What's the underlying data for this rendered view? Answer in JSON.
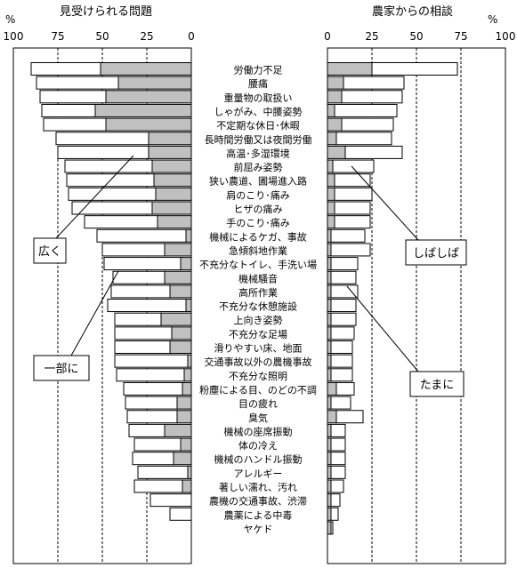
{
  "chart_data": [
    {
      "type": "bar",
      "title": "見受けられる問題",
      "unit": "%",
      "xlim": [
        100,
        0
      ],
      "ticks": [
        "100",
        "75",
        "50",
        "25",
        "0"
      ],
      "grid": "vertical dashed at 25, 50, 75",
      "categories": [
        "労働力不足",
        "腰痛",
        "重量物の取扱い",
        "しゃがみ、中腰姿勢",
        "不定期な休日･休暇",
        "長時間労働又は夜間労働",
        "高温･多湿環境",
        "前屈み姿勢",
        "狭い農道、圃場進入路",
        "肩のこり･痛み",
        "ヒザの痛み",
        "手のこり･痛み",
        "機械によるケガ、事故",
        "急傾斜地作業",
        "不充分なトイレ、手洗い場",
        "機械騒音",
        "高所作業",
        "不充分な休憩施設",
        "上向き姿勢",
        "不充分な足場",
        "滑りやすい床、地面",
        "交通事故以外の農機事故",
        "不充分な照明",
        "粉塵による目、のどの不調",
        "目の疲れ",
        "臭気",
        "機械の座席振動",
        "体の冷え",
        "機械のハンドル振動",
        "アレルギー",
        "著しい濡れ、汚れ",
        "農機の交通事故、渋滞",
        "農薬による中毒",
        "ヤケド"
      ],
      "series": [
        {
          "name": "広く",
          "color": "#c0c0c0",
          "values": [
            51,
            41,
            48,
            54,
            48,
            24,
            24,
            22,
            21,
            20,
            22,
            19,
            3,
            15,
            6,
            15,
            12,
            3,
            17,
            11,
            12,
            2,
            4,
            5,
            8,
            8,
            15,
            6,
            10,
            2,
            5,
            0,
            0,
            0
          ]
        },
        {
          "name": "一部に",
          "color": "#ffffff",
          "values": [
            39,
            46,
            37,
            30,
            35,
            52,
            51,
            49,
            49,
            49,
            45,
            41,
            50,
            35,
            43,
            29,
            33,
            44,
            26,
            32,
            31,
            41,
            38,
            33,
            29,
            28,
            20,
            26,
            23,
            28,
            27,
            23,
            12,
            0
          ]
        }
      ],
      "annotations": [
        "広く",
        "一部に"
      ]
    },
    {
      "type": "bar",
      "title": "農家からの相談",
      "unit": "%",
      "xlim": [
        0,
        100
      ],
      "ticks": [
        "0",
        "25",
        "50",
        "75",
        "100"
      ],
      "grid": "vertical dashed at 25, 50, 75",
      "categories": [
        "労働力不足",
        "腰痛",
        "重量物の取扱い",
        "しゃがみ、中腰姿勢",
        "不定期な休日･休暇",
        "長時間労働又は夜間労働",
        "高温･多湿環境",
        "前屈み姿勢",
        "狭い農道、圃場進入路",
        "肩のこり･痛み",
        "ヒザの痛み",
        "手のこり･痛み",
        "機械によるケガ、事故",
        "急傾斜地作業",
        "不充分なトイレ、手洗い場",
        "機械騒音",
        "高所作業",
        "不充分な休憩施設",
        "上向き姿勢",
        "不充分な足場",
        "滑りやすい床、地面",
        "交通事故以外の農機事故",
        "不充分な照明",
        "粉塵による目、のどの不調",
        "目の疲れ",
        "臭気",
        "機械の座席振動",
        "体の冷え",
        "機械のハンドル振動",
        "アレルギー",
        "著しい濡れ、汚れ",
        "農機の交通事故、渋滞",
        "農薬による中毒",
        "ヤケド"
      ],
      "series": [
        {
          "name": "しばしば",
          "color": "#c0c0c0",
          "values": [
            25,
            9,
            8,
            4,
            8,
            5,
            10,
            3,
            4,
            4,
            4,
            4,
            2,
            2,
            2,
            2,
            2,
            2,
            2,
            2,
            2,
            2,
            2,
            5,
            2,
            5,
            2,
            2,
            2,
            2,
            2,
            2,
            2,
            2
          ]
        },
        {
          "name": "たまに",
          "color": "#ffffff",
          "values": [
            48,
            34,
            34,
            35,
            29,
            31,
            32,
            23,
            20,
            21,
            20,
            20,
            19,
            22,
            15,
            14,
            15,
            14,
            14,
            13,
            12,
            12,
            12,
            10,
            11,
            15,
            8,
            8,
            8,
            8,
            7,
            5,
            4,
            1
          ]
        }
      ],
      "annotations": [
        "しばしば",
        "たまに"
      ]
    }
  ]
}
